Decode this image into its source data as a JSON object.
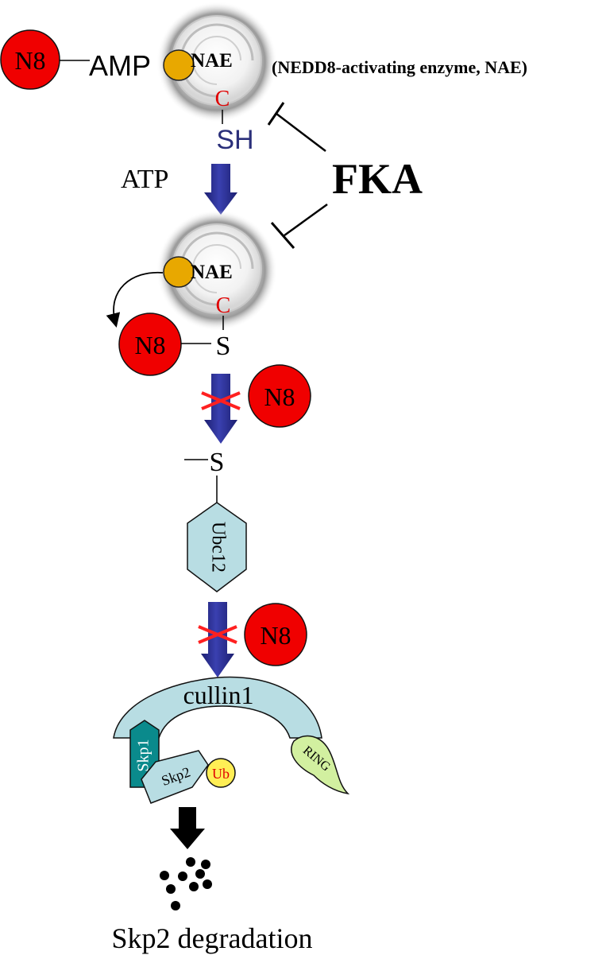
{
  "top": {
    "n8": "N8",
    "amp": "AMP",
    "nae": "NAE",
    "enzyme_note": "(NEDD8-activating enzyme, NAE)",
    "cysteine": "C",
    "thiol": "SH"
  },
  "inhibitor": "FKA",
  "atp": "ATP",
  "intermediate": {
    "nae": "NAE",
    "cysteine": "C",
    "n8": "N8",
    "sulfur": "S"
  },
  "step2": {
    "n8": "N8",
    "sulfur": "S",
    "ubc12": "Ubc12"
  },
  "step3": {
    "n8": "N8"
  },
  "complex": {
    "cullin1": "cullin1",
    "skp1": "Skp1",
    "skp2": "Skp2",
    "ub": "Ub",
    "ring": "RING"
  },
  "degradation_label": "Skp2 degradation",
  "colors": {
    "n8_red": "#f00000",
    "amp_gold": "#e8a800",
    "arrow_blue": "#2a2f8f",
    "cross_red": "#ff2020",
    "thiol_blue": "#2a2f7a",
    "cysteine_red": "#e00000",
    "cullin_fill": "#b8dde3",
    "skp1_fill": "#0a8a8c",
    "ring_fill": "#d2f0a0",
    "ub_fill": "#ffee55"
  }
}
